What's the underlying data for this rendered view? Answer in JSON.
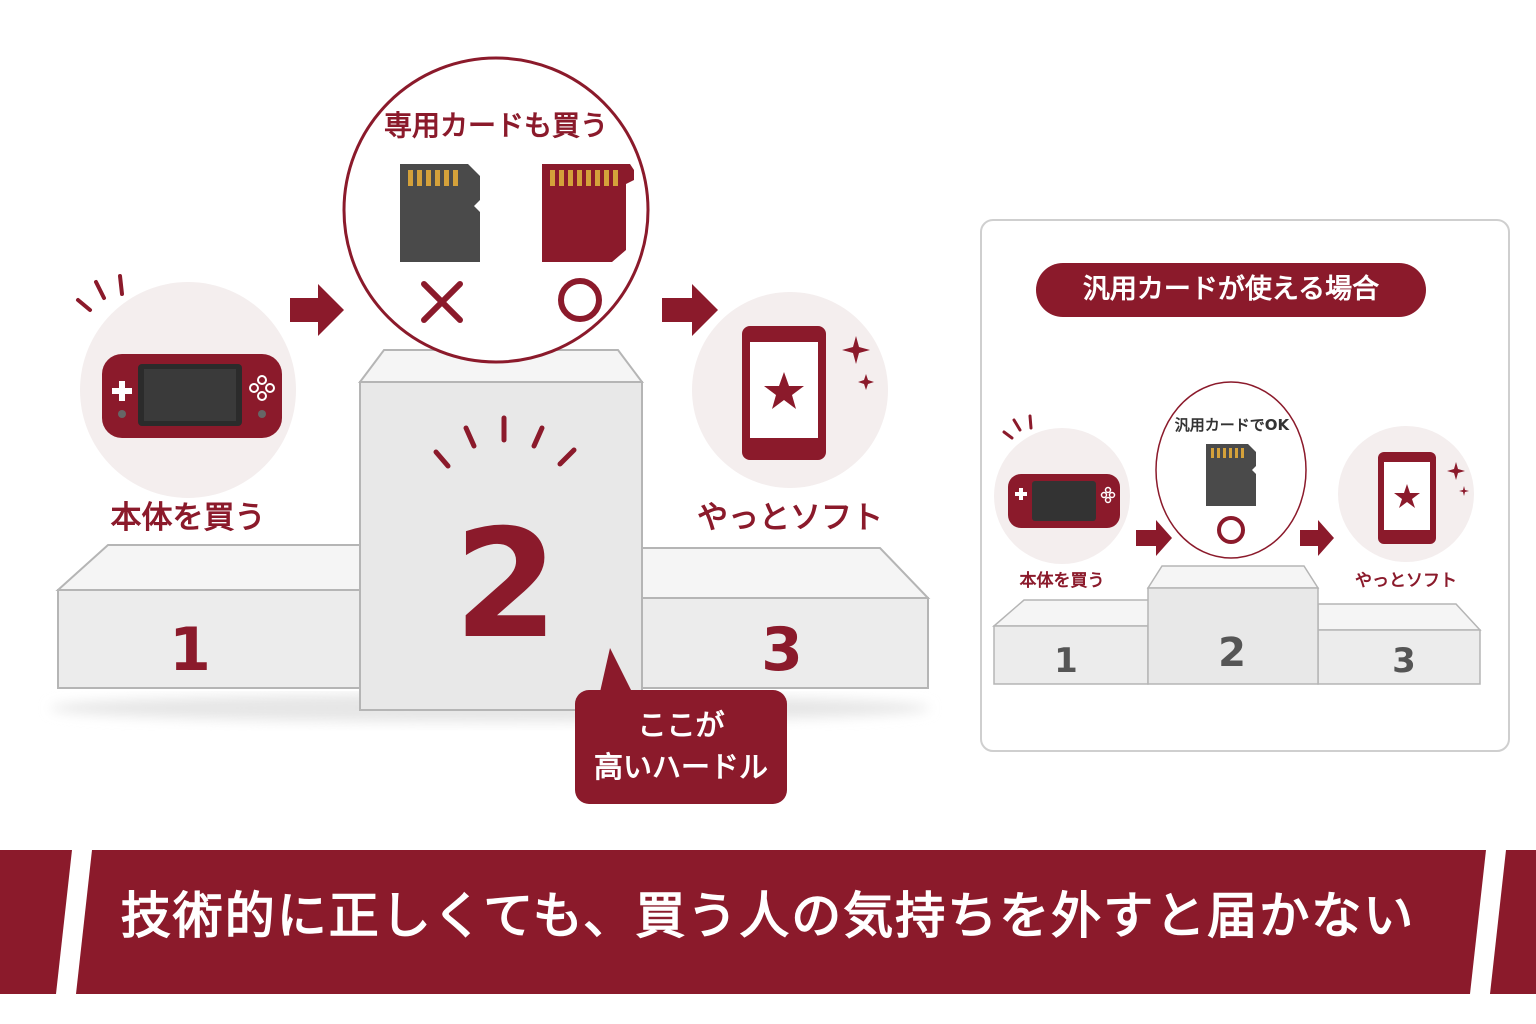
{
  "main": {
    "step1_label": "本体を買う",
    "step2_title": "専用カードも買う",
    "step3_label": "やっとソフト",
    "podium": {
      "first": "1",
      "second": "2",
      "third": "3"
    },
    "callout_line1": "ここが",
    "callout_line2": "高いハードル",
    "wrong_mark": "×",
    "ok_mark": "○"
  },
  "subpanel": {
    "title": "汎用カードが使える場合",
    "step1_label": "本体を買う",
    "step2_label": "汎用カードでOK",
    "step3_label": "やっとソフト",
    "podium": {
      "first": "1",
      "second": "2",
      "third": "3"
    }
  },
  "banner": {
    "text": "技術的に正しくても、買う人の気持ちを外すと届かない"
  },
  "colors": {
    "accent": "#8b1a2b",
    "card_dark": "#4a4a4a",
    "card_gold": "#d4a13a",
    "podium_fill": "#eeeeee",
    "podium_stroke": "#b5b5b5"
  },
  "icons": [
    "game-console-icon",
    "sd-card-icon",
    "proprietary-card-icon",
    "smartphone-icon",
    "star-icon",
    "sparkle-icon",
    "arrow-right-icon",
    "cross-icon",
    "circle-icon",
    "emphasis-lines-icon"
  ]
}
